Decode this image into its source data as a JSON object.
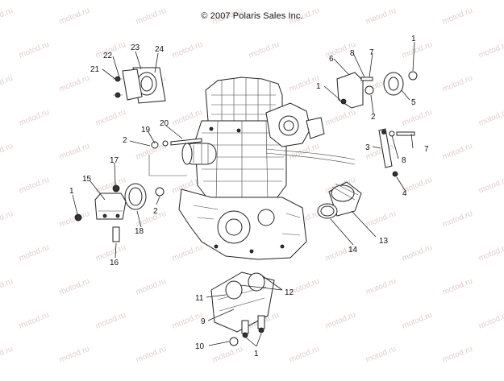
{
  "header": {
    "copyright": "© 2007 Polaris Sales Inc."
  },
  "watermark": {
    "text": "motod.ru"
  },
  "callouts": {
    "c1a": "1",
    "c1b": "1",
    "c1c": "1",
    "c1d": "1",
    "c2a": "2",
    "c2b": "2",
    "c2c": "2",
    "c3": "3",
    "c4": "4",
    "c5": "5",
    "c6": "6",
    "c7a": "7",
    "c7b": "7",
    "c8a": "8",
    "c8b": "8",
    "c9": "9",
    "c10": "10",
    "c11": "11",
    "c12": "12",
    "c13": "13",
    "c14": "14",
    "c15": "15",
    "c16": "16",
    "c17": "17",
    "c18": "18",
    "c19": "19",
    "c20": "20",
    "c21": "21",
    "c22": "22",
    "c23": "23",
    "c24": "24"
  }
}
